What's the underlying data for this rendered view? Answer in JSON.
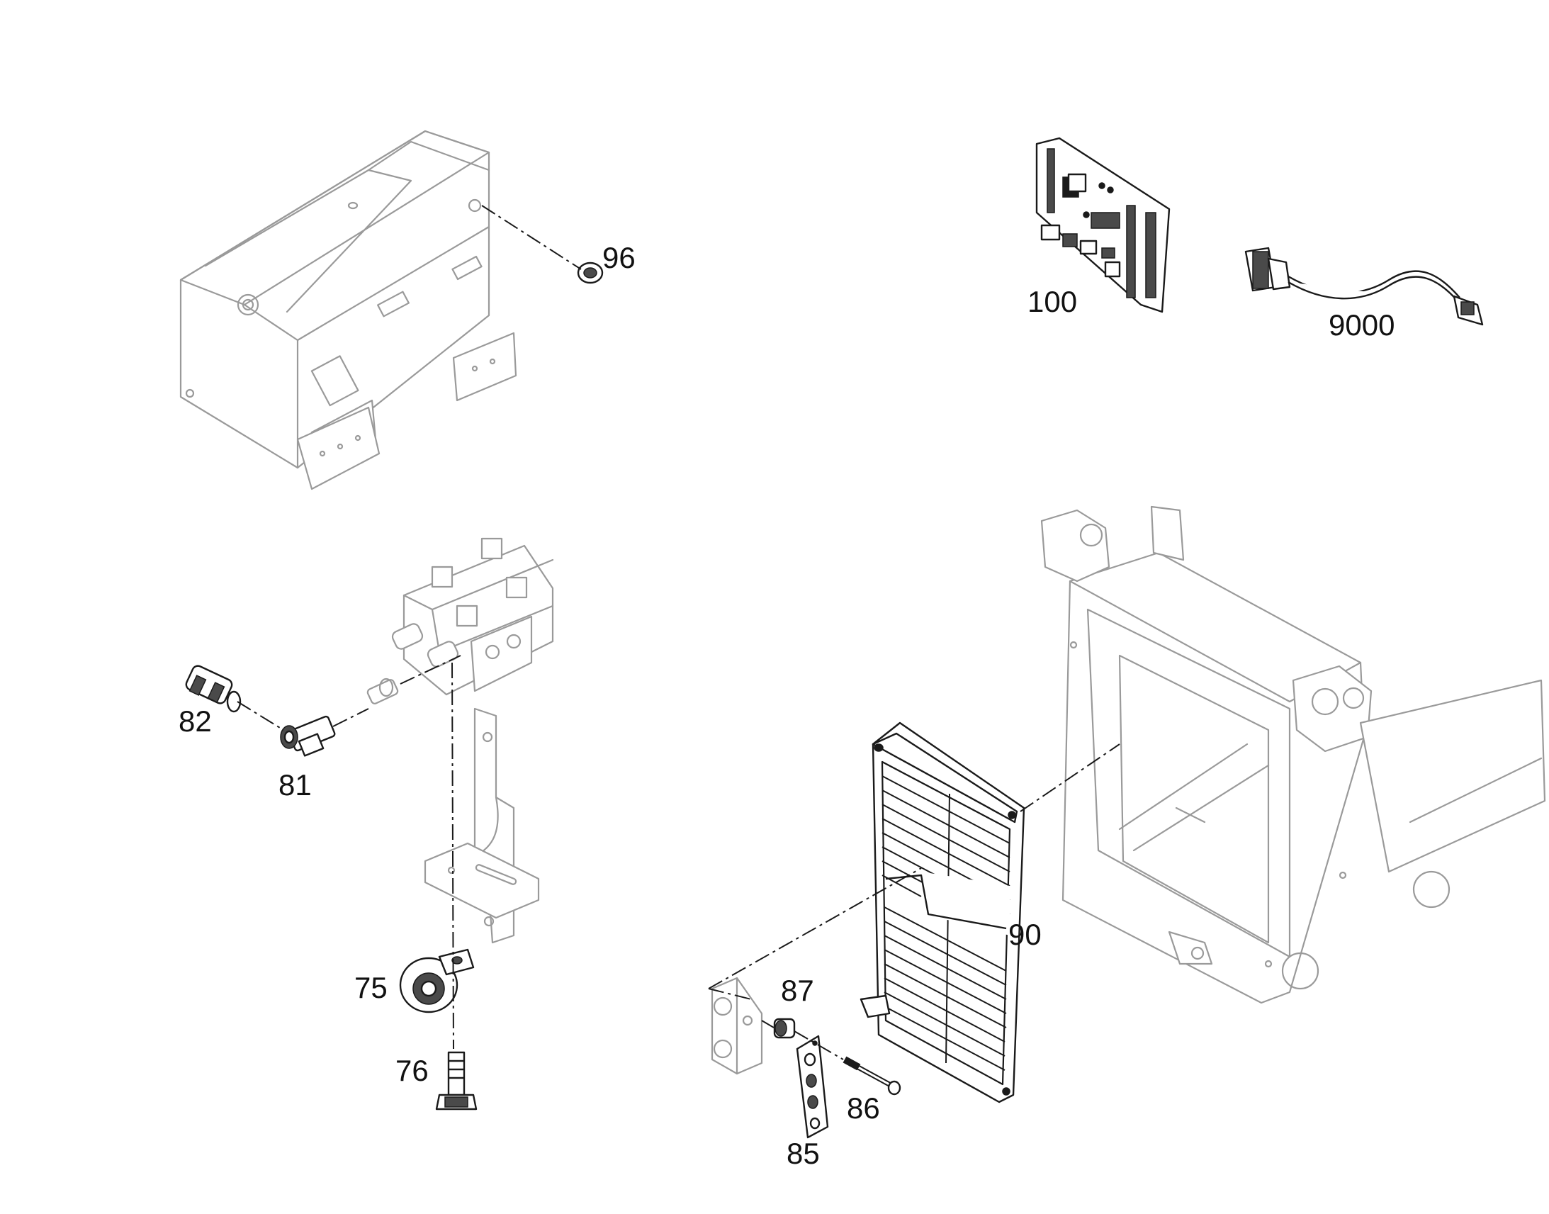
{
  "callouts": {
    "c96": "96",
    "c100": "100",
    "c9000": "9000",
    "c82": "82",
    "c81": "81",
    "c90": "90",
    "c87": "87",
    "c75": "75",
    "c76": "76",
    "c86": "86",
    "c85": "85"
  },
  "colors": {
    "part_outline": "#9a9a9a",
    "highlight_outline": "#1a1a1a",
    "background": "#ffffff"
  }
}
